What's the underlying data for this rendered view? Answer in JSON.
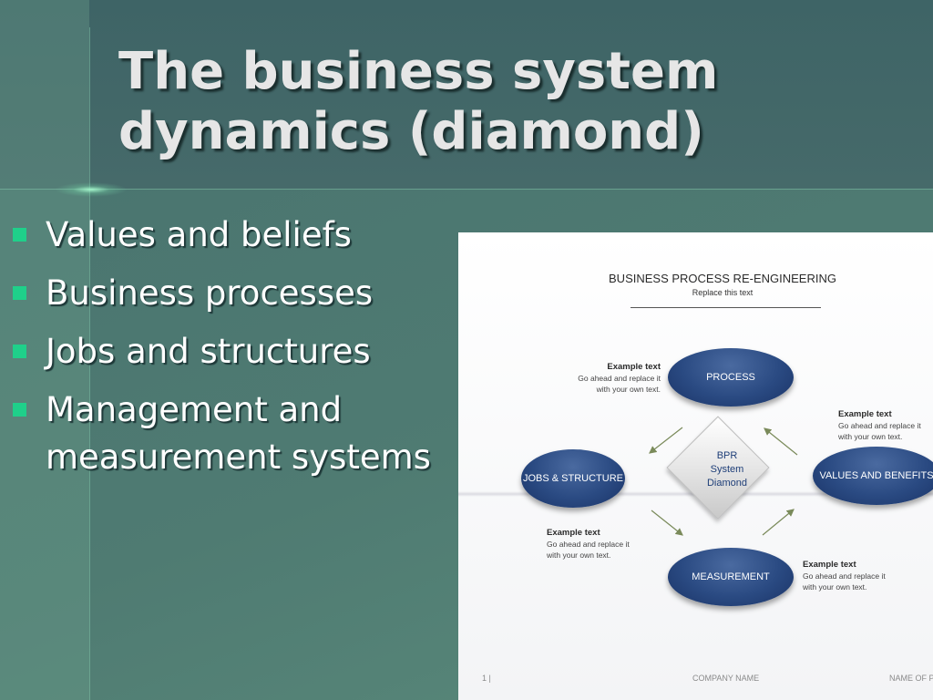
{
  "slide": {
    "title": "The business system dynamics (diamond)",
    "bullets": [
      "Values and beliefs",
      "Business processes",
      "Jobs and structures",
      "Management and measurement systems"
    ]
  },
  "diagram": {
    "title": "BUSINESS PROCESS RE-ENGINEERING",
    "subtitle": "Replace this text",
    "center": [
      "BPR",
      "System",
      "Diamond"
    ],
    "nodes": {
      "process": "PROCESS",
      "jobs": "JOBS & STRUCTURE",
      "values": "VALUES AND BENEFITS",
      "measurement": "MEASUREMENT"
    },
    "examples": {
      "process": {
        "heading": "Example text",
        "body": [
          "Go ahead and replace it",
          "with your own text."
        ]
      },
      "values": {
        "heading": "Example text",
        "body": [
          "Go ahead and replace it",
          "with your own text."
        ]
      },
      "jobs": {
        "heading": "Example text",
        "body": [
          "Go ahead and replace it",
          "with your own text."
        ]
      },
      "measurement": {
        "heading": "Example text",
        "body": [
          "Go ahead and replace it",
          "with your own text."
        ]
      }
    },
    "footer": {
      "page": "1 |",
      "company": "COMPANY NAME",
      "name": "NAME OF PR"
    }
  },
  "colors": {
    "bullet_marker": "#1fd08a",
    "oval_fill": "#2a4a82",
    "center_text": "#1e3e78"
  }
}
